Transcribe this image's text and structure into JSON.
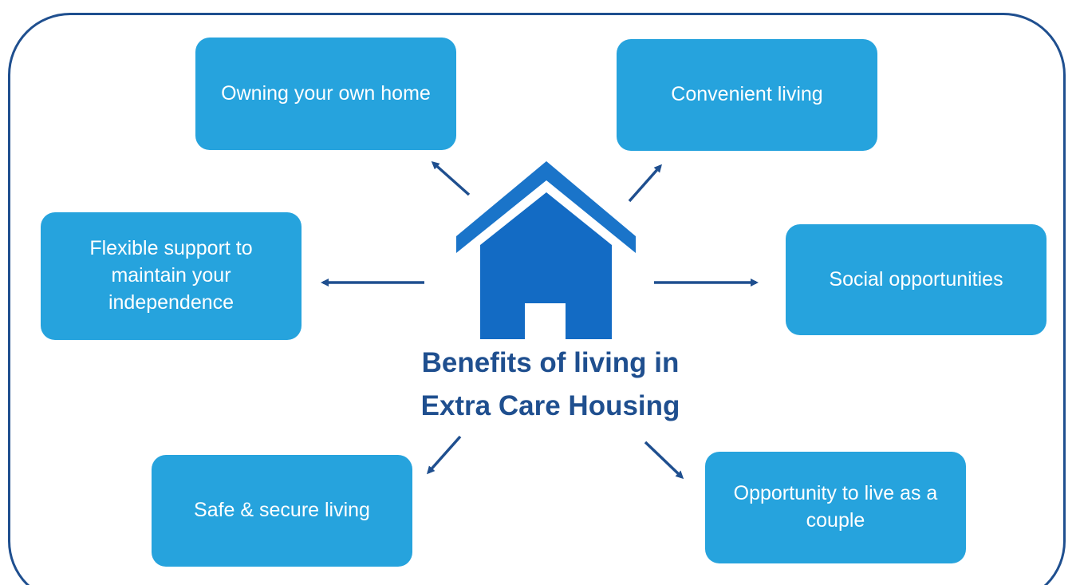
{
  "colors": {
    "box": "#26a3dd",
    "frame": "#1f4f8f",
    "arrow": "#1f4f8f",
    "title": "#1f4f8f",
    "house_roof": "#1a74c9",
    "house_body": "#136bc4"
  },
  "center": {
    "title_line1": "Benefits of living in",
    "title_line2": "Extra Care Housing",
    "icon": "house-icon"
  },
  "benefits": {
    "owning": "Owning your own home",
    "convenient": "Convenient living",
    "flexible": "Flexible support to maintain your independence",
    "social": "Social opportunities",
    "safe": "Safe & secure living",
    "couple": "Opportunity to live as a couple"
  }
}
